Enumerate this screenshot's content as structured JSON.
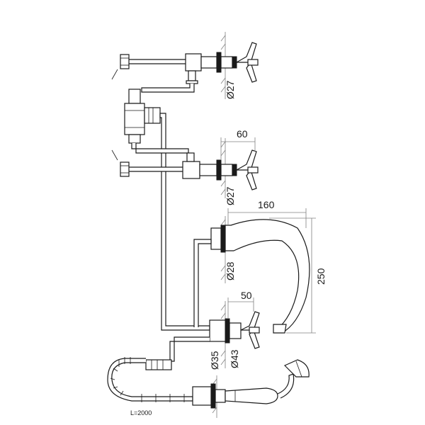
{
  "diagram": {
    "dimensions": {
      "upper_valve_diameter": "Ø27",
      "lower_valve_diameter": "Ø27",
      "valve_offset": "60",
      "spout_reach": "160",
      "spout_height": "250",
      "spout_diameter": "Ø28",
      "mixer_offset": "50",
      "mixer_diameter": "Ø43",
      "shower_holder_diameter": "Ø35",
      "hose_length": "L=2000"
    }
  }
}
